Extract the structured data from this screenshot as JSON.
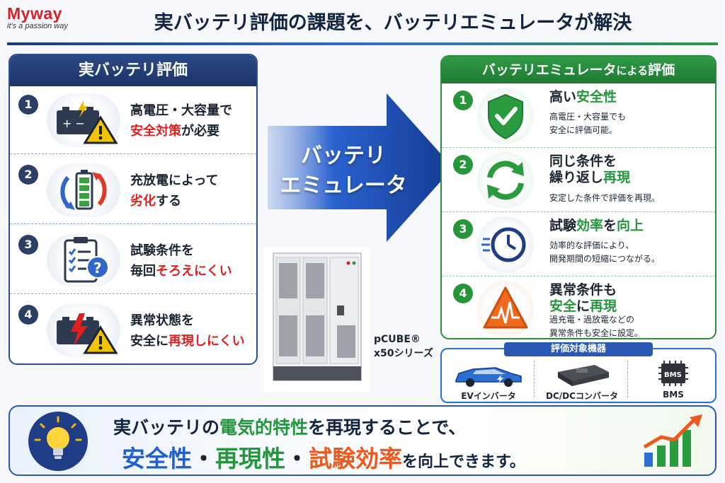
{
  "header": {
    "logo": "Myway",
    "tagline": "it's a passion way",
    "title": "実バッテリ評価の課題を、バッテリエミュレータが解決"
  },
  "left": {
    "title": "実バッテリ評価",
    "items": [
      {
        "num": "1",
        "line1": "高電圧・大容量で",
        "line2_em": "安全対策",
        "line2_rest": "が必要",
        "icon": "battery-warning-icon"
      },
      {
        "num": "2",
        "line1": "充放電によって",
        "line2_em": "劣化",
        "line2_rest": "する",
        "icon": "battery-cycle-icon"
      },
      {
        "num": "3",
        "line1": "試験条件を",
        "line2_pre": "毎回",
        "line2_em": "そろえにくい",
        "icon": "checklist-question-icon"
      },
      {
        "num": "4",
        "line1": "異常状態を",
        "line2_pre": "安全に",
        "line2_em": "再現しにくい",
        "icon": "battery-lightning-warning-icon"
      }
    ]
  },
  "center": {
    "arrow_line1": "バッテリ",
    "arrow_line2": "エミュレータ",
    "product_line1": "pCUBE®",
    "product_line2": "x50シリーズ"
  },
  "right": {
    "title_main": "バッテリエミュレータ",
    "title_small": "による",
    "title_end": "評価",
    "items": [
      {
        "num": "1",
        "t_pre": "高い",
        "t_em": "安全性",
        "d1": "高電圧・大容量でも",
        "d2": "安全に評価可能。",
        "icon": "shield-check-icon"
      },
      {
        "num": "2",
        "t1": "同じ条件を",
        "t2_pre": "繰り返し",
        "t2_em": "再現",
        "d1": "安定した条件で評価を再現。",
        "icon": "refresh-icon"
      },
      {
        "num": "3",
        "t_pre": "試験",
        "t_em": "効率",
        "t_mid": "を",
        "t_em2": "向上",
        "d1": "効率的な評価により、",
        "d2": "開発期間の短縮につながる。",
        "icon": "clock-icon"
      },
      {
        "num": "4",
        "t1": "異常条件も",
        "t2_em": "安全",
        "t2_mid": "に",
        "t2_em2": "再現",
        "d1": "過充電・過放電などの",
        "d2": "異常条件も安全に設定。",
        "icon": "warning-triangle-icon"
      }
    ]
  },
  "devices": {
    "title": "評価対象機器",
    "items": [
      {
        "label": "EVインバータ",
        "icon": "ev-car-icon"
      },
      {
        "label": "DC/DCコンバータ",
        "icon": "converter-module-icon"
      },
      {
        "label": "BMS",
        "icon": "bms-chip-icon",
        "chip_text": "BMS"
      }
    ]
  },
  "bottom": {
    "l1_pre": "実バッテリの",
    "l1_em": "電気的特性",
    "l1_post": "を再現することで、",
    "l2_a": "安全性",
    "l2_dot": "・",
    "l2_b": "再現性",
    "l2_c": "試験効率",
    "l2_post": "を向上できます。"
  },
  "colors": {
    "red": "#e02020",
    "green": "#23973b",
    "navy": "#1c3468",
    "blue": "#1f5fd0",
    "orange": "#ef5a1c"
  }
}
